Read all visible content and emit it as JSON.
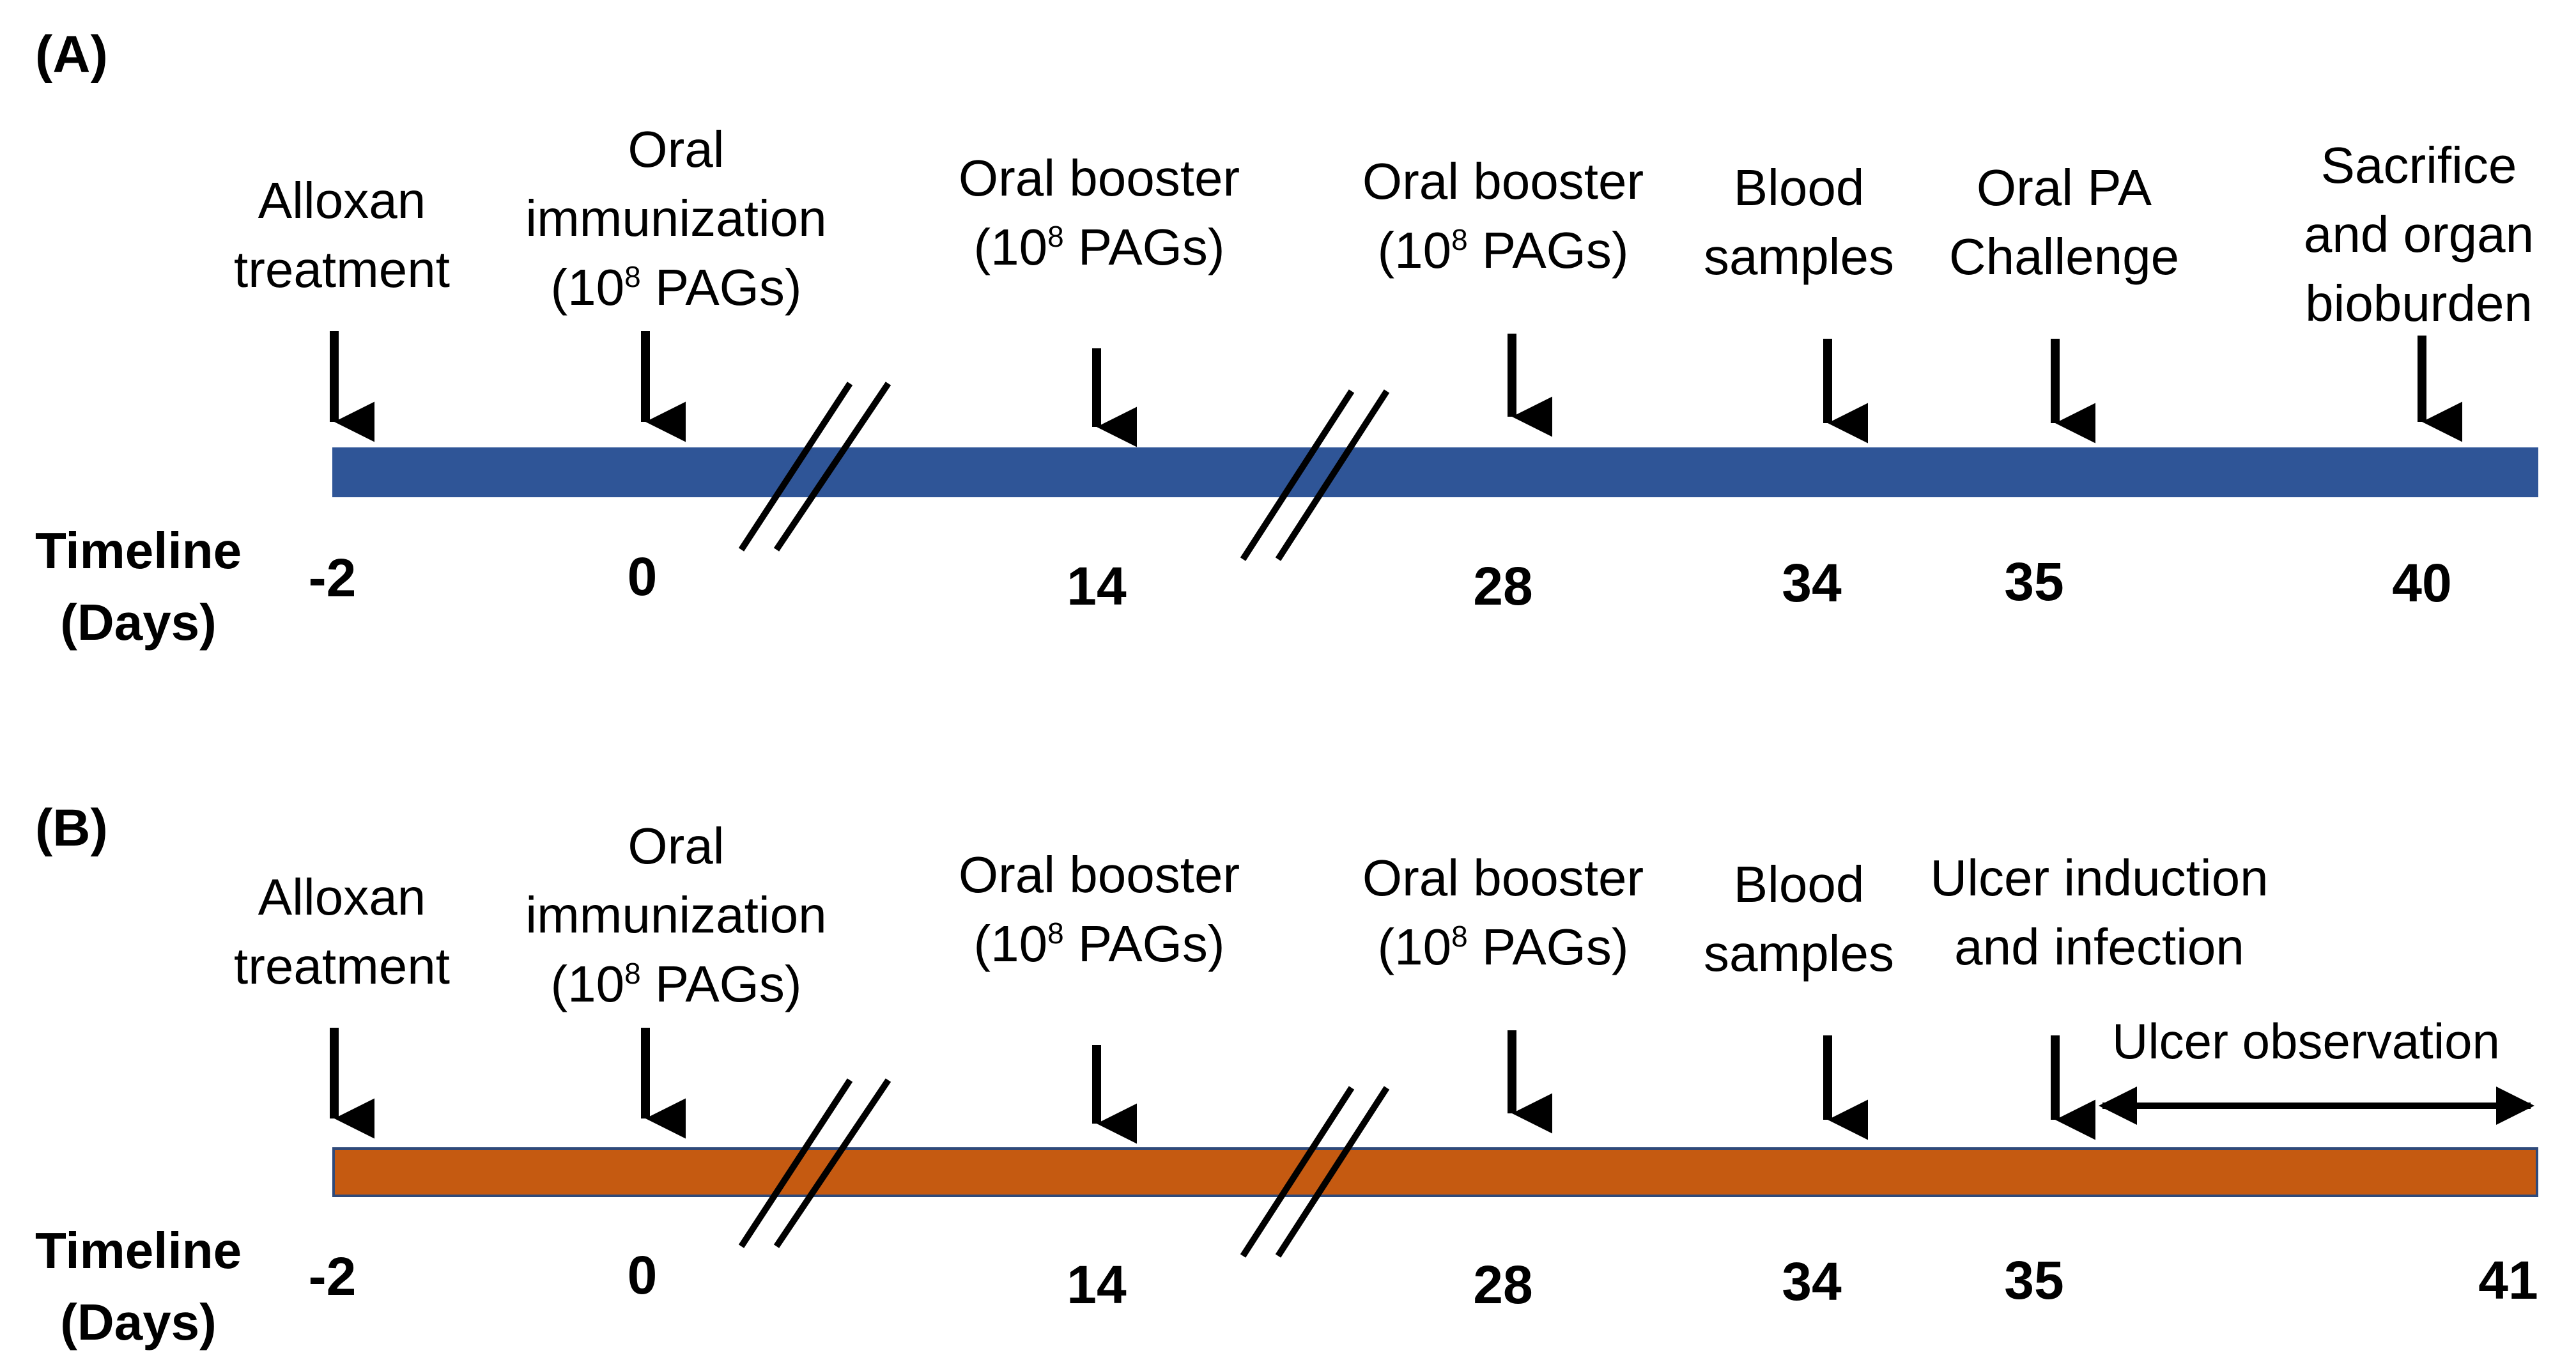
{
  "panels": [
    {
      "id": "A",
      "label": "(A)",
      "bar_color": "#2f5597",
      "bar_border": "#2f5597",
      "timeline_title": [
        "Timeline",
        "(Days)"
      ],
      "events": [
        {
          "day": "-2",
          "lines": [
            "Alloxan",
            "treatment"
          ]
        },
        {
          "day": "0",
          "lines": [
            "Oral",
            "immunization",
            "(10",
            "8",
            " PAGs)"
          ]
        },
        {
          "day": "14",
          "lines": [
            "Oral booster",
            "(10",
            "8",
            " PAGs)"
          ]
        },
        {
          "day": "28",
          "lines": [
            "Oral booster",
            "(10",
            "8",
            " PAGs)"
          ]
        },
        {
          "day": "34",
          "lines": [
            "Blood",
            "samples"
          ]
        },
        {
          "day": "35",
          "lines": [
            "Oral PA",
            "Challenge"
          ]
        },
        {
          "day": "40",
          "lines": [
            "Sacrifice",
            "and organ",
            "bioburden"
          ]
        }
      ]
    },
    {
      "id": "B",
      "label": "(B)",
      "bar_color": "#c55a11",
      "bar_border": "#2f4a7a",
      "timeline_title": [
        "Timeline",
        "(Days)"
      ],
      "events": [
        {
          "day": "-2",
          "lines": [
            "Alloxan",
            "treatment"
          ]
        },
        {
          "day": "0",
          "lines": [
            "Oral",
            "immunization",
            "(10",
            "8",
            " PAGs)"
          ]
        },
        {
          "day": "14",
          "lines": [
            "Oral booster",
            "(10",
            "8",
            " PAGs)"
          ]
        },
        {
          "day": "28",
          "lines": [
            "Oral booster",
            "(10",
            "8",
            " PAGs)"
          ]
        },
        {
          "day": "34",
          "lines": [
            "Blood",
            "samples"
          ]
        },
        {
          "day": "35",
          "lines": [
            "Ulcer induction",
            "and infection"
          ]
        }
      ],
      "end_day": "41",
      "span_label": "Ulcer observation"
    }
  ]
}
